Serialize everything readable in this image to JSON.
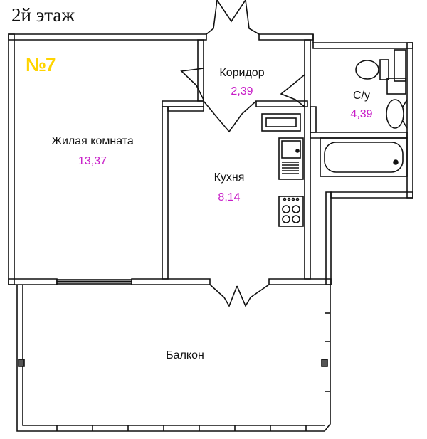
{
  "floor_title": "2й этаж",
  "apartment_number": "№7",
  "rooms": {
    "living": {
      "name": "Жилая комната",
      "area": "13,37"
    },
    "corridor": {
      "name": "Коридор",
      "area": "2,39"
    },
    "bathroom": {
      "name": "С/у",
      "area": "4,39"
    },
    "kitchen": {
      "name": "Кухня",
      "area": "8,14"
    },
    "balcony": {
      "name": "Балкон"
    }
  },
  "colors": {
    "apartment_number": "#ffd400",
    "area": "#c81ec8",
    "wall": "#111111"
  }
}
